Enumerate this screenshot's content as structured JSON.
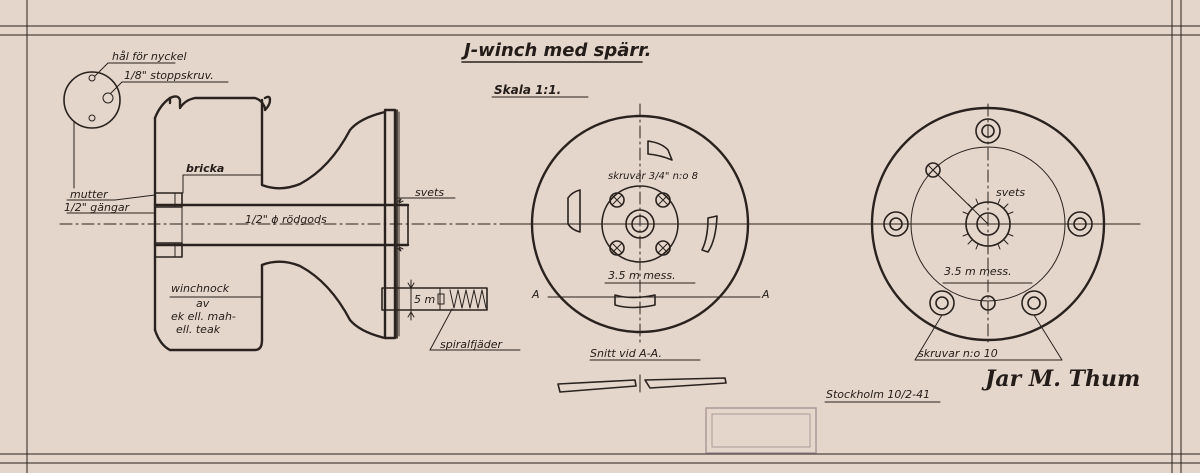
{
  "title": "J-winch med spärr.",
  "scale": "Skala 1:1.",
  "side_view": {
    "hole_label": "hål för nyckel",
    "set_screw_label": "1/8\" stoppskruv.",
    "washer_label": "bricka",
    "nut_label": "mutter",
    "thread_label": "1/2\" gängar",
    "shaft_label": "1/2\" ϕ rödgods",
    "weld_label": "svets",
    "winch_label": [
      "winchnock",
      "av",
      "ek ell. mah-",
      "ell. teak"
    ],
    "spring_label": "spiralfjäder",
    "dimension": "5 m"
  },
  "face_view_left": {
    "screws_label": "skruvar 3/4\" n:o 8",
    "diameter_label": "3.5 m mess.",
    "section_mark_left": "A",
    "section_mark_right": "A"
  },
  "face_view_right": {
    "weld_label": "svets",
    "diameter_label": "3.5 m mess.",
    "screws_label": "skruvar n:o 10"
  },
  "section": {
    "label": "Snitt vid A-A."
  },
  "footer": {
    "place_date": "Stockholm 10/2-41",
    "signature": "Jar M. Thum"
  }
}
